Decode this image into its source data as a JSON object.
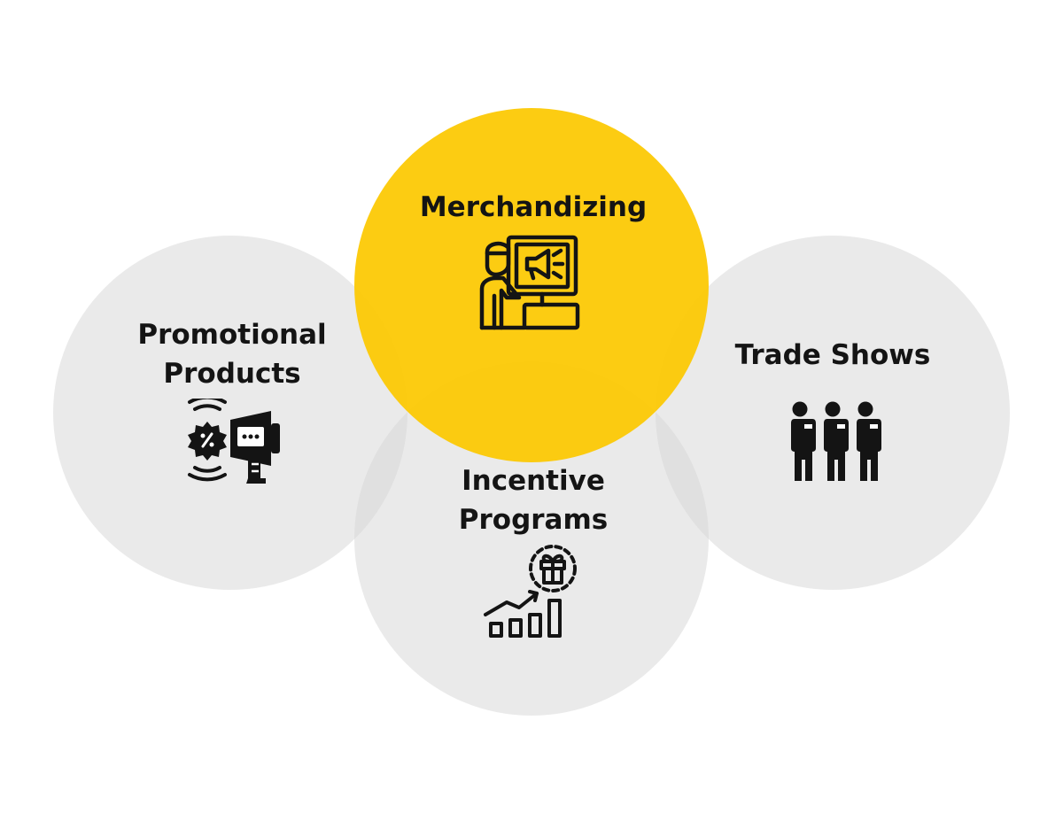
{
  "diagram": {
    "nodes": {
      "merchandizing": {
        "lines": [
          "Merchandizing"
        ],
        "icon": "billboard-presenter-icon",
        "color": "#FCC800"
      },
      "promotional": {
        "lines": [
          "Promotional",
          "Products"
        ],
        "icon": "megaphone-discount-icon",
        "color": "#D6D6D6"
      },
      "trade": {
        "lines": [
          "Trade Shows"
        ],
        "icon": "three-people-icon",
        "color": "#D6D6D6"
      },
      "incentive": {
        "lines": [
          "Incentive",
          "Programs"
        ],
        "icon": "growth-chart-gift-icon",
        "color": "#D6D6D6"
      }
    }
  }
}
